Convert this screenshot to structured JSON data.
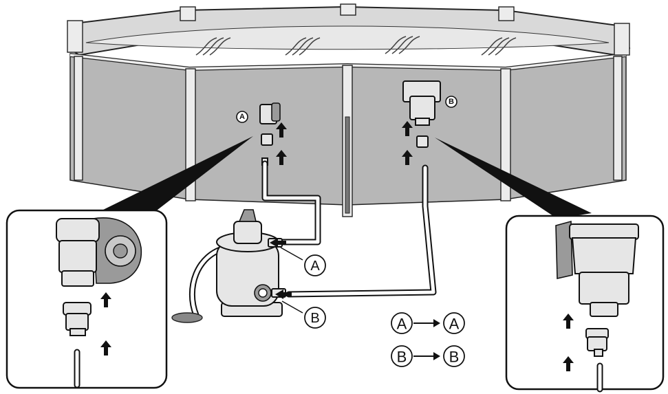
{
  "labels": {
    "wall_a": "A",
    "wall_b": "B",
    "pump_a": "A",
    "pump_b": "B",
    "legend_a_from": "A",
    "legend_a_to": "A",
    "legend_b_from": "B",
    "legend_b_to": "B"
  },
  "colors": {
    "pool_wall": "#b7b7b7",
    "pool_frame": "#d9d9d9",
    "ink": "#111111",
    "background": "#ffffff"
  }
}
